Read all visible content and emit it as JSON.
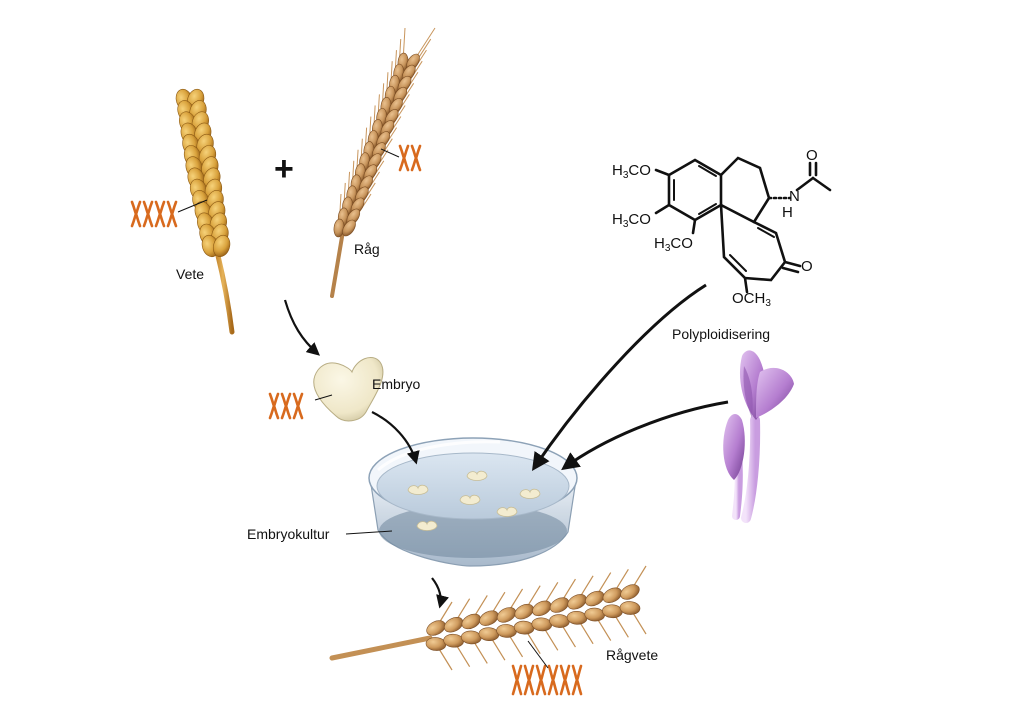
{
  "labels": {
    "vete": "Vete",
    "rag": "Råg",
    "embryo": "Embryo",
    "embryokultur": "Embryokultur",
    "polyploidisering": "Polyploidisering",
    "ragvete": "Rågvete",
    "plus": "+"
  },
  "chromosome_counts": {
    "vete": 4,
    "rag": 2,
    "embryo": 3,
    "ragvete": 6
  },
  "molecule": {
    "name": "colchicine",
    "group_1": {
      "pre": "H",
      "sub": "3",
      "post": "CO"
    },
    "group_2": {
      "pre": "H",
      "sub": "3",
      "post": "CO"
    },
    "group_3": {
      "pre": "H",
      "sub": "3",
      "post": "CO"
    },
    "group_4": {
      "pre": "OCH",
      "sub": "3",
      "post": ""
    },
    "n_label": "N",
    "h_label": "H",
    "o_amide": "O",
    "o_ketone": "O"
  },
  "colors": {
    "chromosome": "#d86a1e",
    "wheat": "#d9a23c",
    "rye": "#c8955c",
    "triticale": "#cf9b5e",
    "crocus": "#b57ed0",
    "embryo": "#efe7c8",
    "dish": "#c9d7e6"
  },
  "icons": [
    "wheat-ear-icon",
    "rye-ear-icon",
    "embryo-icon",
    "petri-dish-icon",
    "crocus-flower-icon",
    "colchicine-molecule-icon",
    "triticale-ear-icon",
    "chromosome-icon",
    "arrow-icon"
  ]
}
